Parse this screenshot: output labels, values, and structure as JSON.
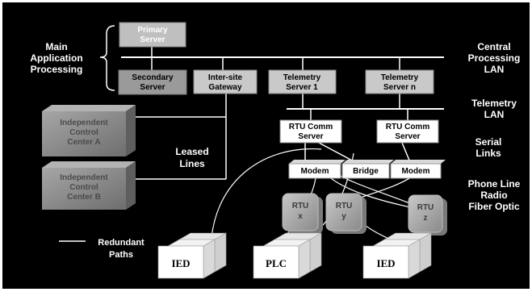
{
  "labels": {
    "main_app_1": "Main",
    "main_app_2": "Application",
    "main_app_3": "Processing",
    "central_lan_1": "Central",
    "central_lan_2": "Processing",
    "central_lan_3": "LAN",
    "telemetry_lan_1": "Telemetry",
    "telemetry_lan_2": "LAN",
    "serial_links_1": "Serial",
    "serial_links_2": "Links",
    "media_1": "Phone Line",
    "media_2": "Radio",
    "media_3": "Fiber Optic",
    "leased_lines_1": "Leased",
    "leased_lines_2": "Lines",
    "legend_1": "Redundant",
    "legend_2": "Paths"
  },
  "servers": {
    "primary_1": "Primary",
    "primary_2": "Server",
    "secondary_1": "Secondary",
    "secondary_2": "Server",
    "gateway_1": "Inter-site",
    "gateway_2": "Gateway",
    "telemetry1_1": "Telemetry",
    "telemetry1_2": "Server 1",
    "telemetryn_1": "Telemetry",
    "telemetryn_2": "Server n",
    "rtucomm1_1": "RTU Comm",
    "rtucomm1_2": "Server",
    "rtucomm2_1": "RTU Comm",
    "rtucomm2_2": "Server"
  },
  "control_centers": {
    "a_1": "Independent",
    "a_2": "Control",
    "a_3": "Center A",
    "b_1": "Independent",
    "b_2": "Control",
    "b_3": "Center B"
  },
  "comm": {
    "modem1": "Modem",
    "bridge": "Bridge",
    "modem2": "Modem"
  },
  "rtus": {
    "x_1": "RTU",
    "x_2": "x",
    "y_1": "RTU",
    "y_2": "y",
    "z_1": "RTU",
    "z_2": "z"
  },
  "devices": {
    "ied1": "IED",
    "plc": "PLC",
    "ied2": "IED"
  },
  "colors": {
    "background": "#000000",
    "server_box": "#bfbfbf",
    "server_box_dark": "#9a9a9a",
    "control_center": "#8c8c8c",
    "white": "#ffffff"
  }
}
